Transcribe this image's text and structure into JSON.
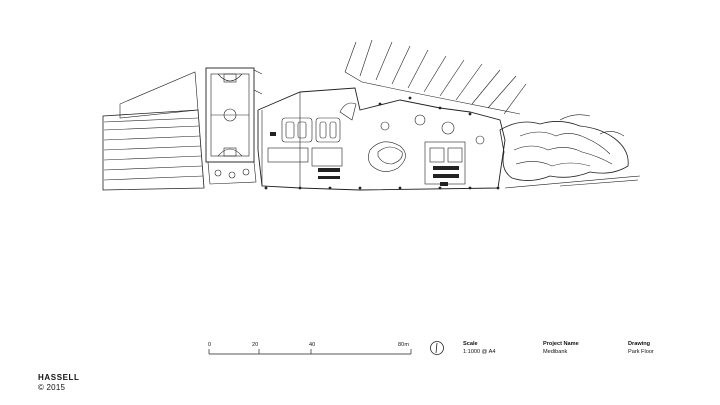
{
  "drawing_labels": {
    "scale_ticks": [
      "0",
      "20",
      "40",
      "80m"
    ],
    "scale": {
      "label": "Scale",
      "value": "1:1000 @ A4"
    },
    "project": {
      "label": "Project Name",
      "value": "Medibank"
    },
    "drawing": {
      "label": "Drawing",
      "value": "Park Floor"
    }
  },
  "credit": {
    "firm": "HASSELL",
    "copyright": "© 2015"
  },
  "colors": {
    "ink": "#111111",
    "paper": "#ffffff",
    "fill": "#222222"
  }
}
